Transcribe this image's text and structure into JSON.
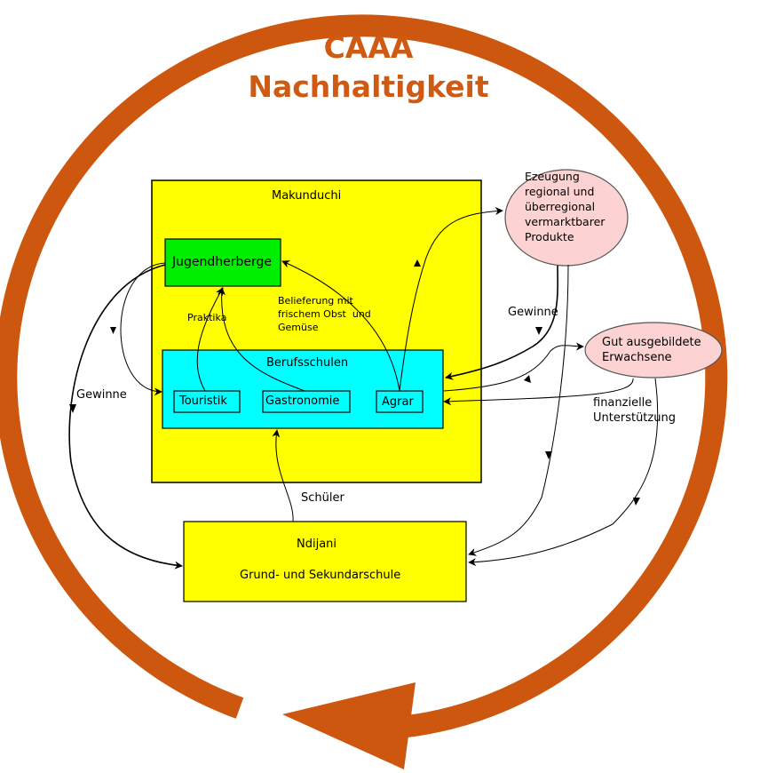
{
  "title": {
    "line1": "CAAA",
    "line2": "Nachhaltigkeit"
  },
  "colors": {
    "cycle": "#cd570f",
    "title": "#cf5a14",
    "yellow": "#ffff00",
    "green": "#00ee00",
    "cyan": "#00ffff",
    "pink": "#fcd2d2"
  },
  "nodes": {
    "makunduchi": "Makunduchi",
    "jugendherberge": "Jugendherberge",
    "berufsschulen": "Berufsschulen",
    "touristik": "Touristik",
    "gastronomie": "Gastronomie",
    "agrar": "Agrar",
    "erzeugung": "Ezeugung\nregional und\nüberregional\nvermarktbarer\nProdukte",
    "erwachsene": "Gut ausgebildete\nErwachsene",
    "ndijani_name": "Ndijani",
    "ndijani_sub": "Grund- und Sekundarschule"
  },
  "edge_labels": {
    "praktika": "Praktika",
    "belieferung": "Belieferung mit\nfrischem Obst  und\nGemüse",
    "gewinne_left": "Gewinne",
    "gewinne_right": "Gewinne",
    "finanzielle": "finanzielle\nUnterstützung",
    "schueler": "Schüler"
  }
}
